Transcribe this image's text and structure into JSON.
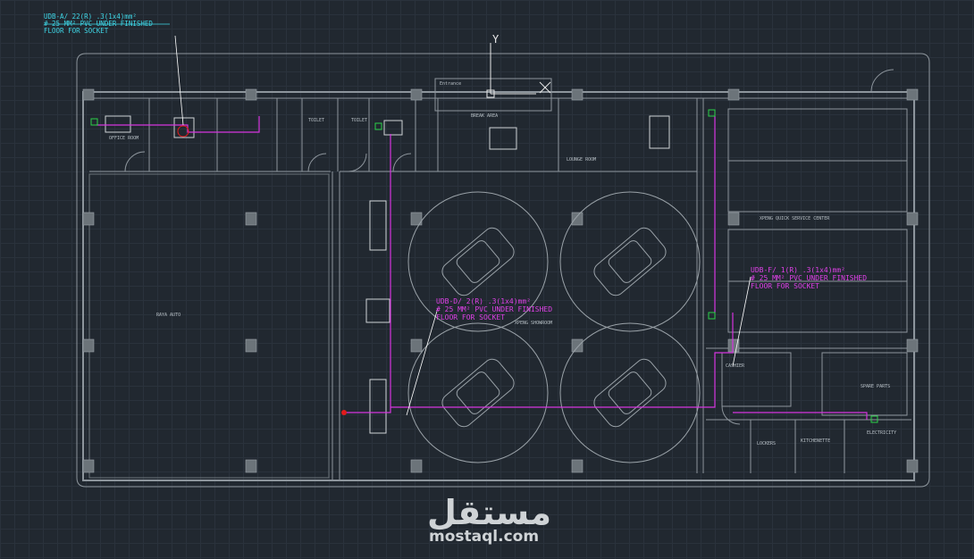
{
  "watermark": {
    "arabic": "مستقل",
    "url": "mostaql.com"
  },
  "axis": {
    "y": "Y"
  },
  "annotations": {
    "udb_a": [
      "UDB-A/ 22(R) .3(1x4)mm²",
      "# 25 MM² PVC UNDER FINISHED",
      "FLOOR FOR SOCKET"
    ],
    "udb_d": [
      "UDB-D/ 2(R) .3(1x4)mm²",
      "# 25 MM² PVC UNDER FINISHED",
      "FLOOR FOR SOCKET"
    ],
    "udb_f": [
      "UDB-F/ 1(R) .3(1x4)mm²",
      "# 25 MM² PVC UNDER FINISHED",
      "FLOOR FOR SOCKET"
    ]
  },
  "rooms": {
    "office": "OFFICE ROOM",
    "toilet1": "TOILET",
    "toilet2": "TOILET",
    "break_area": "BREAK AREA",
    "lounge": "LOUNGE ROOM",
    "quick_service": "XPENG QUICK SERVICE CENTER",
    "raya": "RAYA AUTO",
    "showroom": "XPENG SHOWROOM",
    "cashier": "CASHIER",
    "spare_parts": "SPARE PARTS",
    "lockers": "LOCKERS",
    "kitchenette": "KITCHENETTE",
    "electricity": "ELECTRICITY",
    "entrance": "Entrance"
  }
}
